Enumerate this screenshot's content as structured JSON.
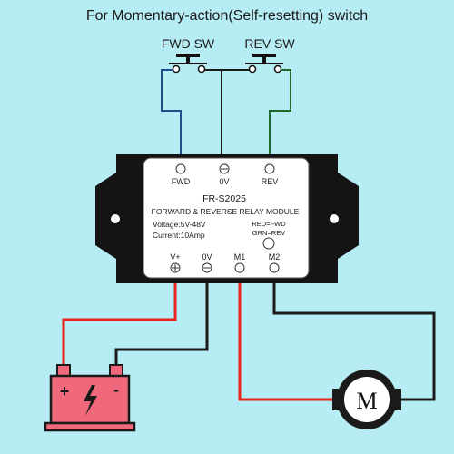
{
  "title": "For Momentary-action(Self-resetting) switch",
  "switches": {
    "fwd": "FWD SW",
    "rev": "REV SW"
  },
  "module": {
    "top_terminals": [
      "FWD",
      "0V",
      "REV"
    ],
    "model": "FR-S2025",
    "name": "FORWARD & REVERSE RELAY MODULE",
    "voltage": "Voltage:5V-48V",
    "current": "Current:10Amp",
    "led_red": "RED=FWD",
    "led_green": "GRN=REV",
    "bottom_terminals": [
      "V+",
      "0V",
      "M1",
      "M2"
    ]
  },
  "battery": {
    "plus": "+",
    "minus": "-"
  },
  "motor": {
    "label": "M"
  },
  "colors": {
    "background": "#b6ecf3",
    "wire_red": "#e8221c",
    "wire_black": "#1a1a1a",
    "wire_blue": "#1e4f8c",
    "wire_green": "#1f6b2e",
    "battery": "#f0697a"
  }
}
